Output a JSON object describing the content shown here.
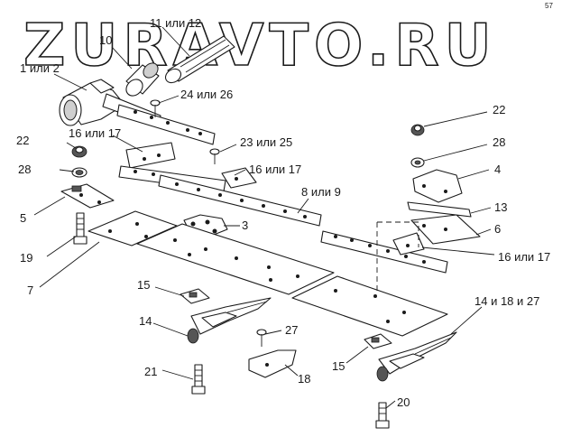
{
  "watermark": "ZURAVTO.RU",
  "corner_mark": "57",
  "labels": {
    "l1": "1 или 2",
    "l10": "10",
    "l11": "11 или 12",
    "l24": "24 или 26",
    "l22a": "22",
    "l16a": "16 или 17",
    "l23": "23 или 25",
    "l28a": "28",
    "l16b": "16 или 17",
    "l22b": "22",
    "l28b": "28",
    "l4": "4",
    "l5": "5",
    "l8": "8 или 9",
    "l13": "13",
    "l3": "3",
    "l6": "6",
    "l19": "19",
    "l16c": "16 или 17",
    "l7": "7",
    "l15a": "15",
    "l14a": "14",
    "l27": "27",
    "l14b": "14 и 18 и 27",
    "l21": "21",
    "l18": "18",
    "l15b": "15",
    "l20": "20"
  }
}
